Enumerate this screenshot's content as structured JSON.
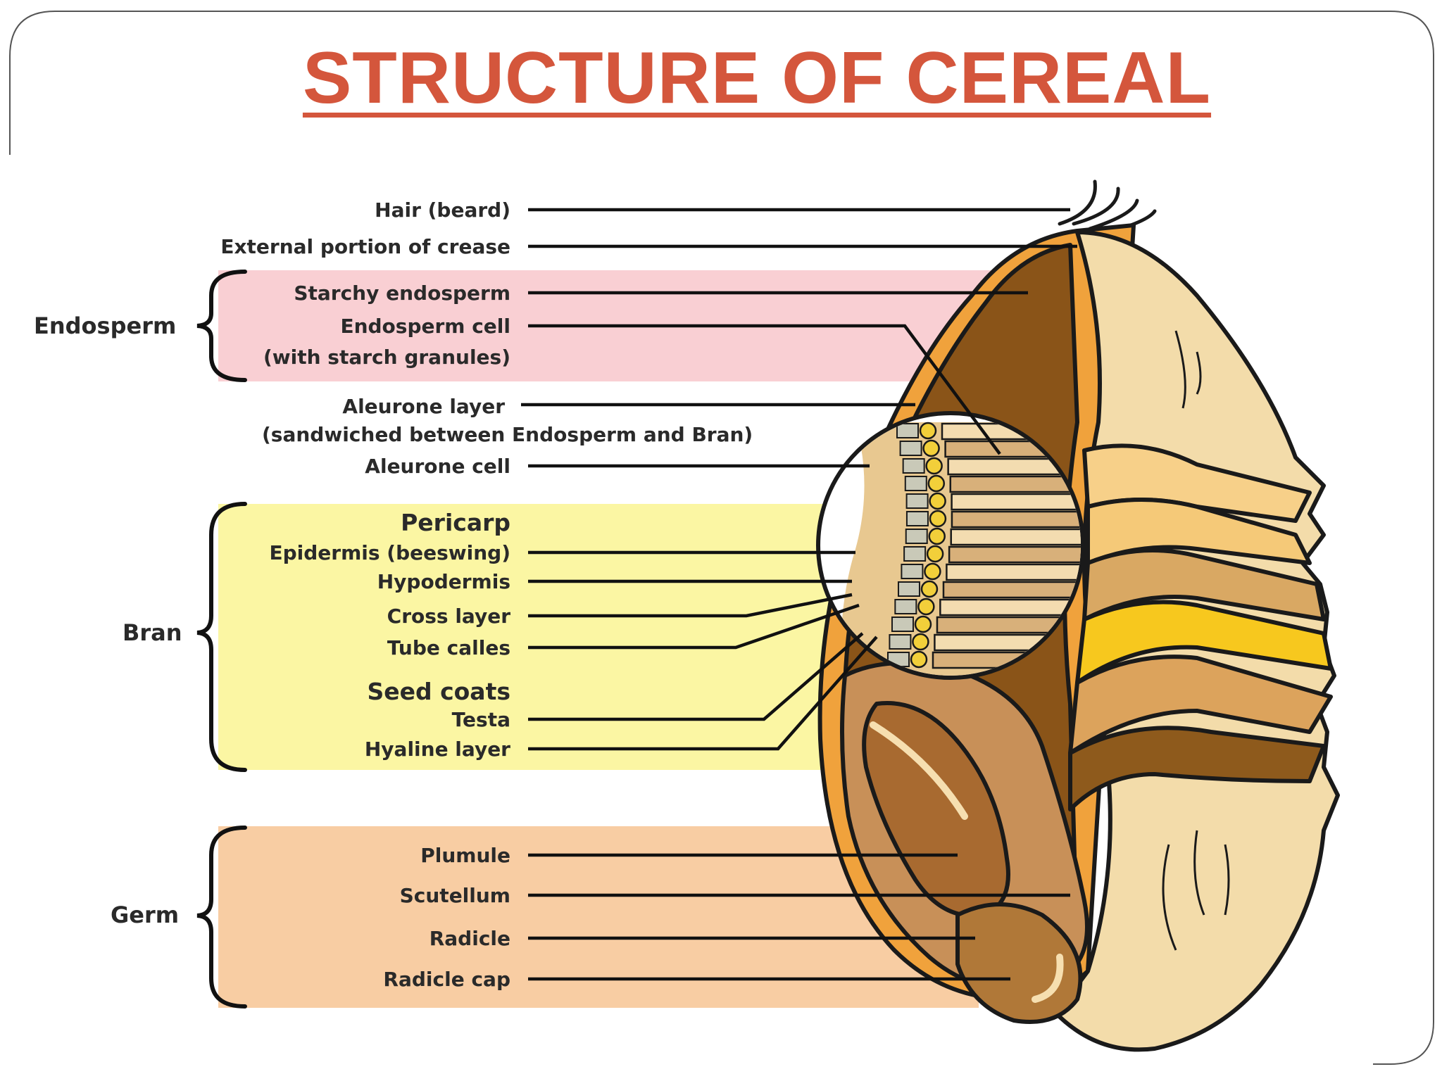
{
  "title": "STRUCTURE OF CEREAL",
  "colors": {
    "title": "#d4563c",
    "endosperm_band": "#f9cfd3",
    "bran_band": "#fbf6a3",
    "germ_band": "#f8cda3",
    "grain_outer": "#f0a23c",
    "grain_endosperm": "#8a5418",
    "grain_skin": "#f3dcaa"
  },
  "groups": {
    "endosperm": "Endosperm",
    "bran": "Bran",
    "germ": "Germ"
  },
  "labels": {
    "hair": "Hair (beard)",
    "crease": "External portion of crease",
    "starchy_endosperm": "Starchy endosperm",
    "endosperm_cell": "Endosperm cell",
    "endosperm_cell_note": "(with starch granules)",
    "aleurone_layer": "Aleurone layer",
    "aleurone_layer_note": "(sandwiched between Endosperm and Bran)",
    "aleurone_cell": "Aleurone cell",
    "pericarp": "Pericarp",
    "epidermis": "Epidermis (beeswing)",
    "hypodermis": "Hypodermis",
    "cross_layer": "Cross layer",
    "tube_calles": "Tube calles",
    "seed_coats": "Seed coats",
    "testa": "Testa",
    "hyaline_layer": "Hyaline layer",
    "plumule": "Plumule",
    "scutellum": "Scutellum",
    "radicle": "Radicle",
    "radicle_cap": "Radicle cap"
  }
}
